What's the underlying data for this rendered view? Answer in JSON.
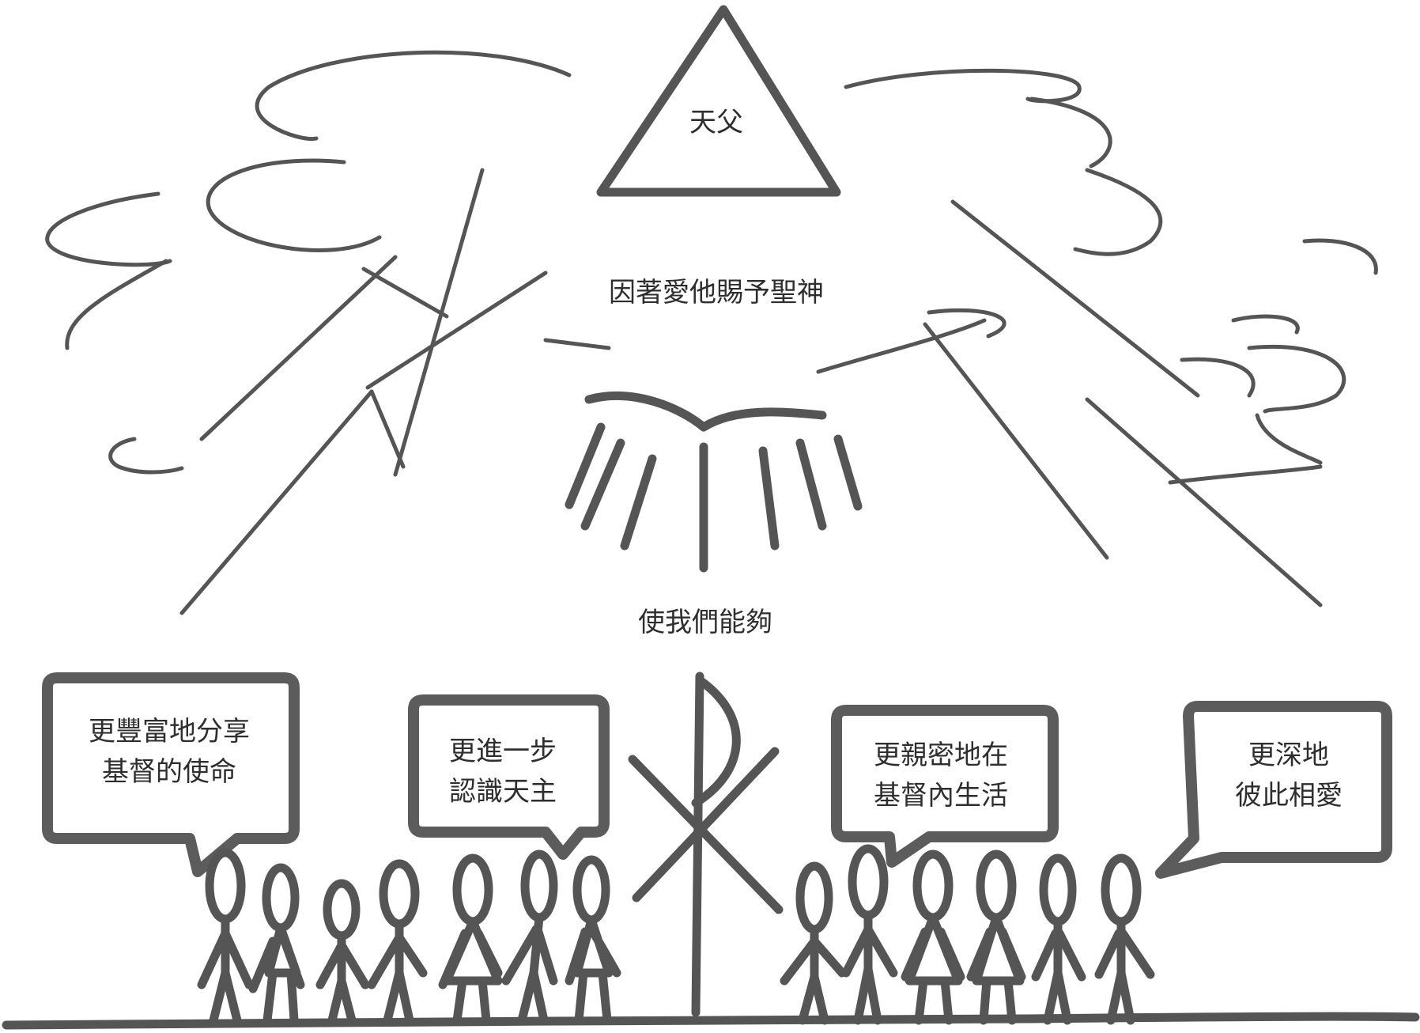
{
  "trinity": {
    "father_label": "天父",
    "spirit_caption": "因著愛他賜予聖神",
    "enables_caption": "使我們能夠"
  },
  "speech_bubbles": [
    {
      "line1": "更豐富地分享",
      "line2": "基督的使命"
    },
    {
      "line1": "更進一步",
      "line2": "認識天主"
    },
    {
      "line1": "更親密地在",
      "line2": "基督內生活"
    },
    {
      "line1": "更深地",
      "line2": "彼此相愛"
    }
  ],
  "colors": {
    "ink": "#555555",
    "text": "#2e2e2e",
    "background": "#ffffff"
  },
  "symbols": [
    "triangle",
    "dove",
    "chi-rho",
    "clouds",
    "rays",
    "people",
    "ground"
  ]
}
